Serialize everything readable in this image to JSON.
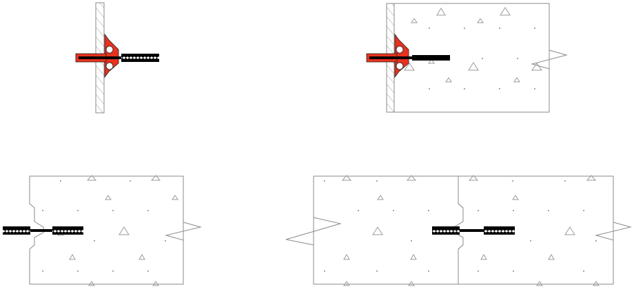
{
  "figure": {
    "panels": [
      {
        "id": "tie-in-formwork"
      },
      {
        "id": "tie-in-first-pour"
      },
      {
        "id": "tie-after-removal"
      },
      {
        "id": "tie-in-second-pour"
      }
    ],
    "colors": {
      "line": "#8a8a8a",
      "rod": "#000000",
      "sleeve": "#e8321e",
      "hatch": "#9a9a9a",
      "aggregate_dot": "#8a8a8a",
      "aggregate_triangle": "#9a9a9a",
      "background": "#ffffff"
    }
  }
}
